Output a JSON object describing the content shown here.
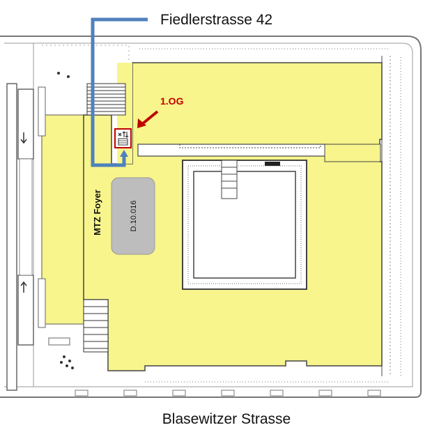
{
  "labels": {
    "street_north": "Fiedlerstrasse 42",
    "street_south": "Blasewitzer Strasse",
    "foyer": "MTZ Foyer",
    "room": "D.10.016",
    "floor": "1.OG"
  },
  "colors": {
    "building_fill": "#f7f58c",
    "room_fill": "#bdbdbd",
    "route_line": "#4f81bd",
    "marker": "#c00000",
    "outline": "#555555"
  },
  "icons": {
    "entrance": "elevator-stairs-icon",
    "pointer": "arrow-down-left-icon"
  }
}
